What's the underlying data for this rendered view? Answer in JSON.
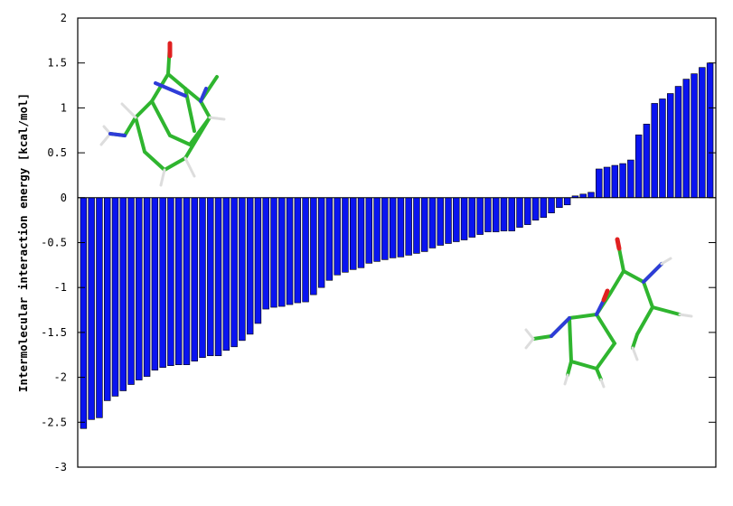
{
  "chart_data": {
    "type": "bar",
    "title": "",
    "xlabel": "",
    "ylabel": "Intermolecular interaction energy [kcal/mol]",
    "ylim": [
      -3,
      2
    ],
    "yticks": [
      "-3",
      "-2.5",
      "-2",
      "-1.5",
      "-1",
      "-0.5",
      "0",
      "0.5",
      "1",
      "1.5",
      "2"
    ],
    "grid": false,
    "legend": "none",
    "bar_color": "#0a14f0",
    "categories": [],
    "values": [
      -2.57,
      -2.47,
      -2.45,
      -2.26,
      -2.21,
      -2.15,
      -2.08,
      -2.03,
      -1.99,
      -1.92,
      -1.89,
      -1.87,
      -1.86,
      -1.86,
      -1.82,
      -1.78,
      -1.76,
      -1.76,
      -1.7,
      -1.66,
      -1.59,
      -1.52,
      -1.4,
      -1.24,
      -1.22,
      -1.21,
      -1.19,
      -1.17,
      -1.16,
      -1.08,
      -1.0,
      -0.92,
      -0.86,
      -0.83,
      -0.8,
      -0.78,
      -0.73,
      -0.71,
      -0.69,
      -0.67,
      -0.66,
      -0.64,
      -0.62,
      -0.6,
      -0.56,
      -0.53,
      -0.51,
      -0.49,
      -0.47,
      -0.44,
      -0.41,
      -0.38,
      -0.38,
      -0.37,
      -0.37,
      -0.33,
      -0.3,
      -0.25,
      -0.22,
      -0.17,
      -0.11,
      -0.08,
      0.02,
      0.04,
      0.06,
      0.32,
      0.34,
      0.36,
      0.38,
      0.42,
      0.7,
      0.82,
      1.05,
      1.1,
      1.16,
      1.24,
      1.32,
      1.38,
      1.45,
      1.5
    ]
  }
}
